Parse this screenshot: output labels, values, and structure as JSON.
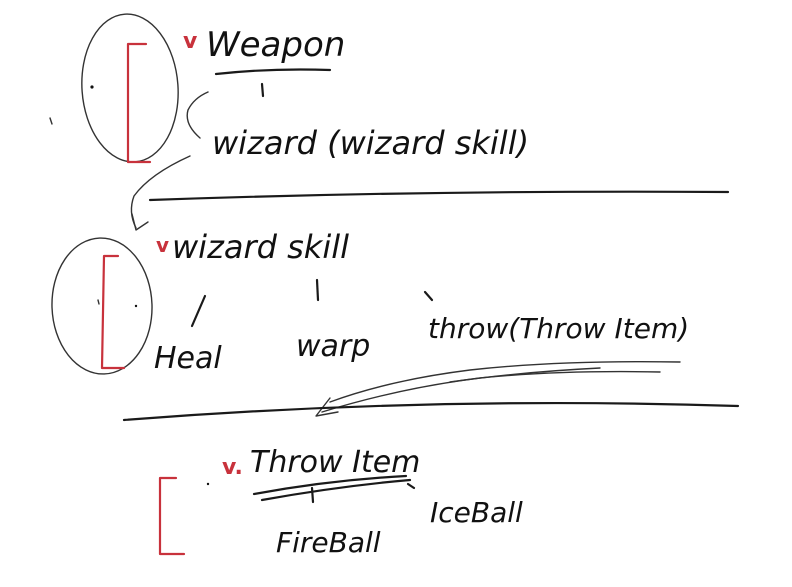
{
  "sections": [
    {
      "title": "Weapon",
      "check": "v",
      "children": [
        {
          "label": "wizard (wizard skill)"
        }
      ]
    },
    {
      "title": "wizard skill",
      "check": "v",
      "children": [
        {
          "label": "Heal"
        },
        {
          "label": "warp"
        },
        {
          "label": "throw(Throw Item)"
        }
      ]
    },
    {
      "title": "Throw Item",
      "check": "v.",
      "children": [
        {
          "label": "FireBall"
        },
        {
          "label": "IceBall"
        }
      ]
    }
  ]
}
